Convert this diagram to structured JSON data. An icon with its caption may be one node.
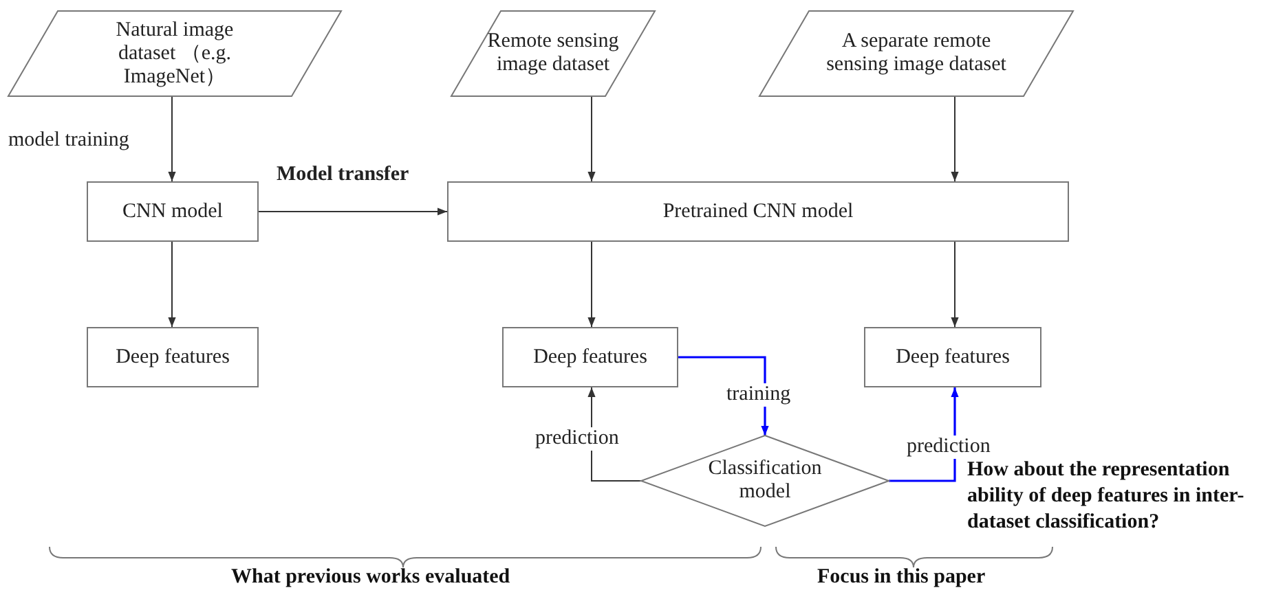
{
  "diagram": {
    "nodes": [
      {
        "text": [
          "Natural image dataset （e.g. ImageNet）"
        ]
      },
      {
        "text": [
          "Remote sensing image dataset"
        ]
      },
      {
        "text": [
          "A separate remote sensing image dataset"
        ]
      },
      {
        "text": [
          "CNN model"
        ]
      },
      {
        "text": [
          "Pretrained CNN model"
        ]
      },
      {
        "text": [
          "Deep features"
        ]
      },
      {
        "text": [
          "Deep features"
        ]
      },
      {
        "text": [
          "Deep features"
        ]
      },
      {
        "text": [
          "Classification model"
        ]
      }
    ],
    "edges": [
      {
        "from": 0,
        "to": 3,
        "arrow": "to",
        "label": "model training"
      },
      {
        "from": 3,
        "to": 4,
        "arrow": "to",
        "label": "Model transfer"
      },
      {
        "from": 1,
        "to": 4,
        "arrow": "to"
      },
      {
        "from": 2,
        "to": 4,
        "arrow": "to"
      },
      {
        "from": 3,
        "to": 5,
        "arrow": "to"
      },
      {
        "from": 4,
        "to": 6,
        "arrow": "to"
      },
      {
        "from": 4,
        "to": 7,
        "arrow": "to"
      },
      {
        "from": 6,
        "to": 8,
        "arrow": "to",
        "label": "training",
        "color": "#0000ff"
      },
      {
        "from": 8,
        "to": 6,
        "arrow": "to",
        "label": "prediction"
      },
      {
        "from": 8,
        "to": 7,
        "arrow": "to",
        "label": "prediction",
        "color": "#0000ff"
      }
    ],
    "labels": [
      "How about the representation ability of deep features in inter-dataset classification?",
      "What previous works evaluated",
      "Focus in this paper"
    ]
  }
}
